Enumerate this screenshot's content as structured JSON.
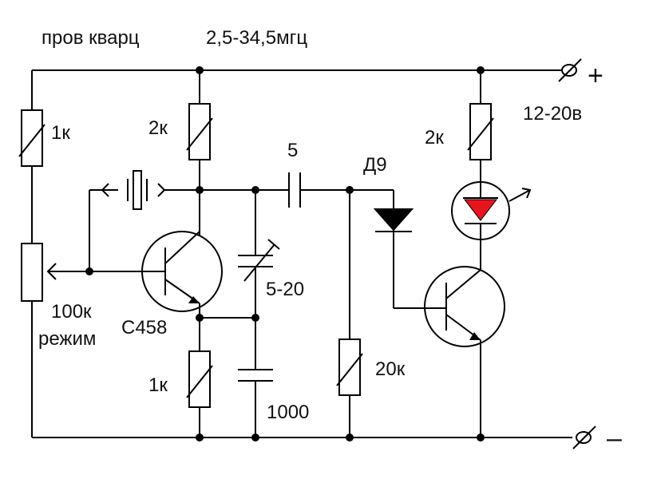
{
  "labels": {
    "title": "пров кварц",
    "freq_range": "2,5-34,5мгц",
    "plus": "+",
    "minus": "–",
    "supply": "12-20в",
    "r_left": "1к",
    "r_collector": "2к",
    "r_led": "2к",
    "c_coupling": "5",
    "diode": "Д9",
    "c_trimmer": "5-20",
    "pot_value": "100к",
    "pot_name": "режим",
    "transistor": "С458",
    "r_emitter": "1к",
    "r_base2": "20к",
    "c_1000": "1000"
  },
  "colors": {
    "led": "#e8141c",
    "ink": "#000000"
  }
}
